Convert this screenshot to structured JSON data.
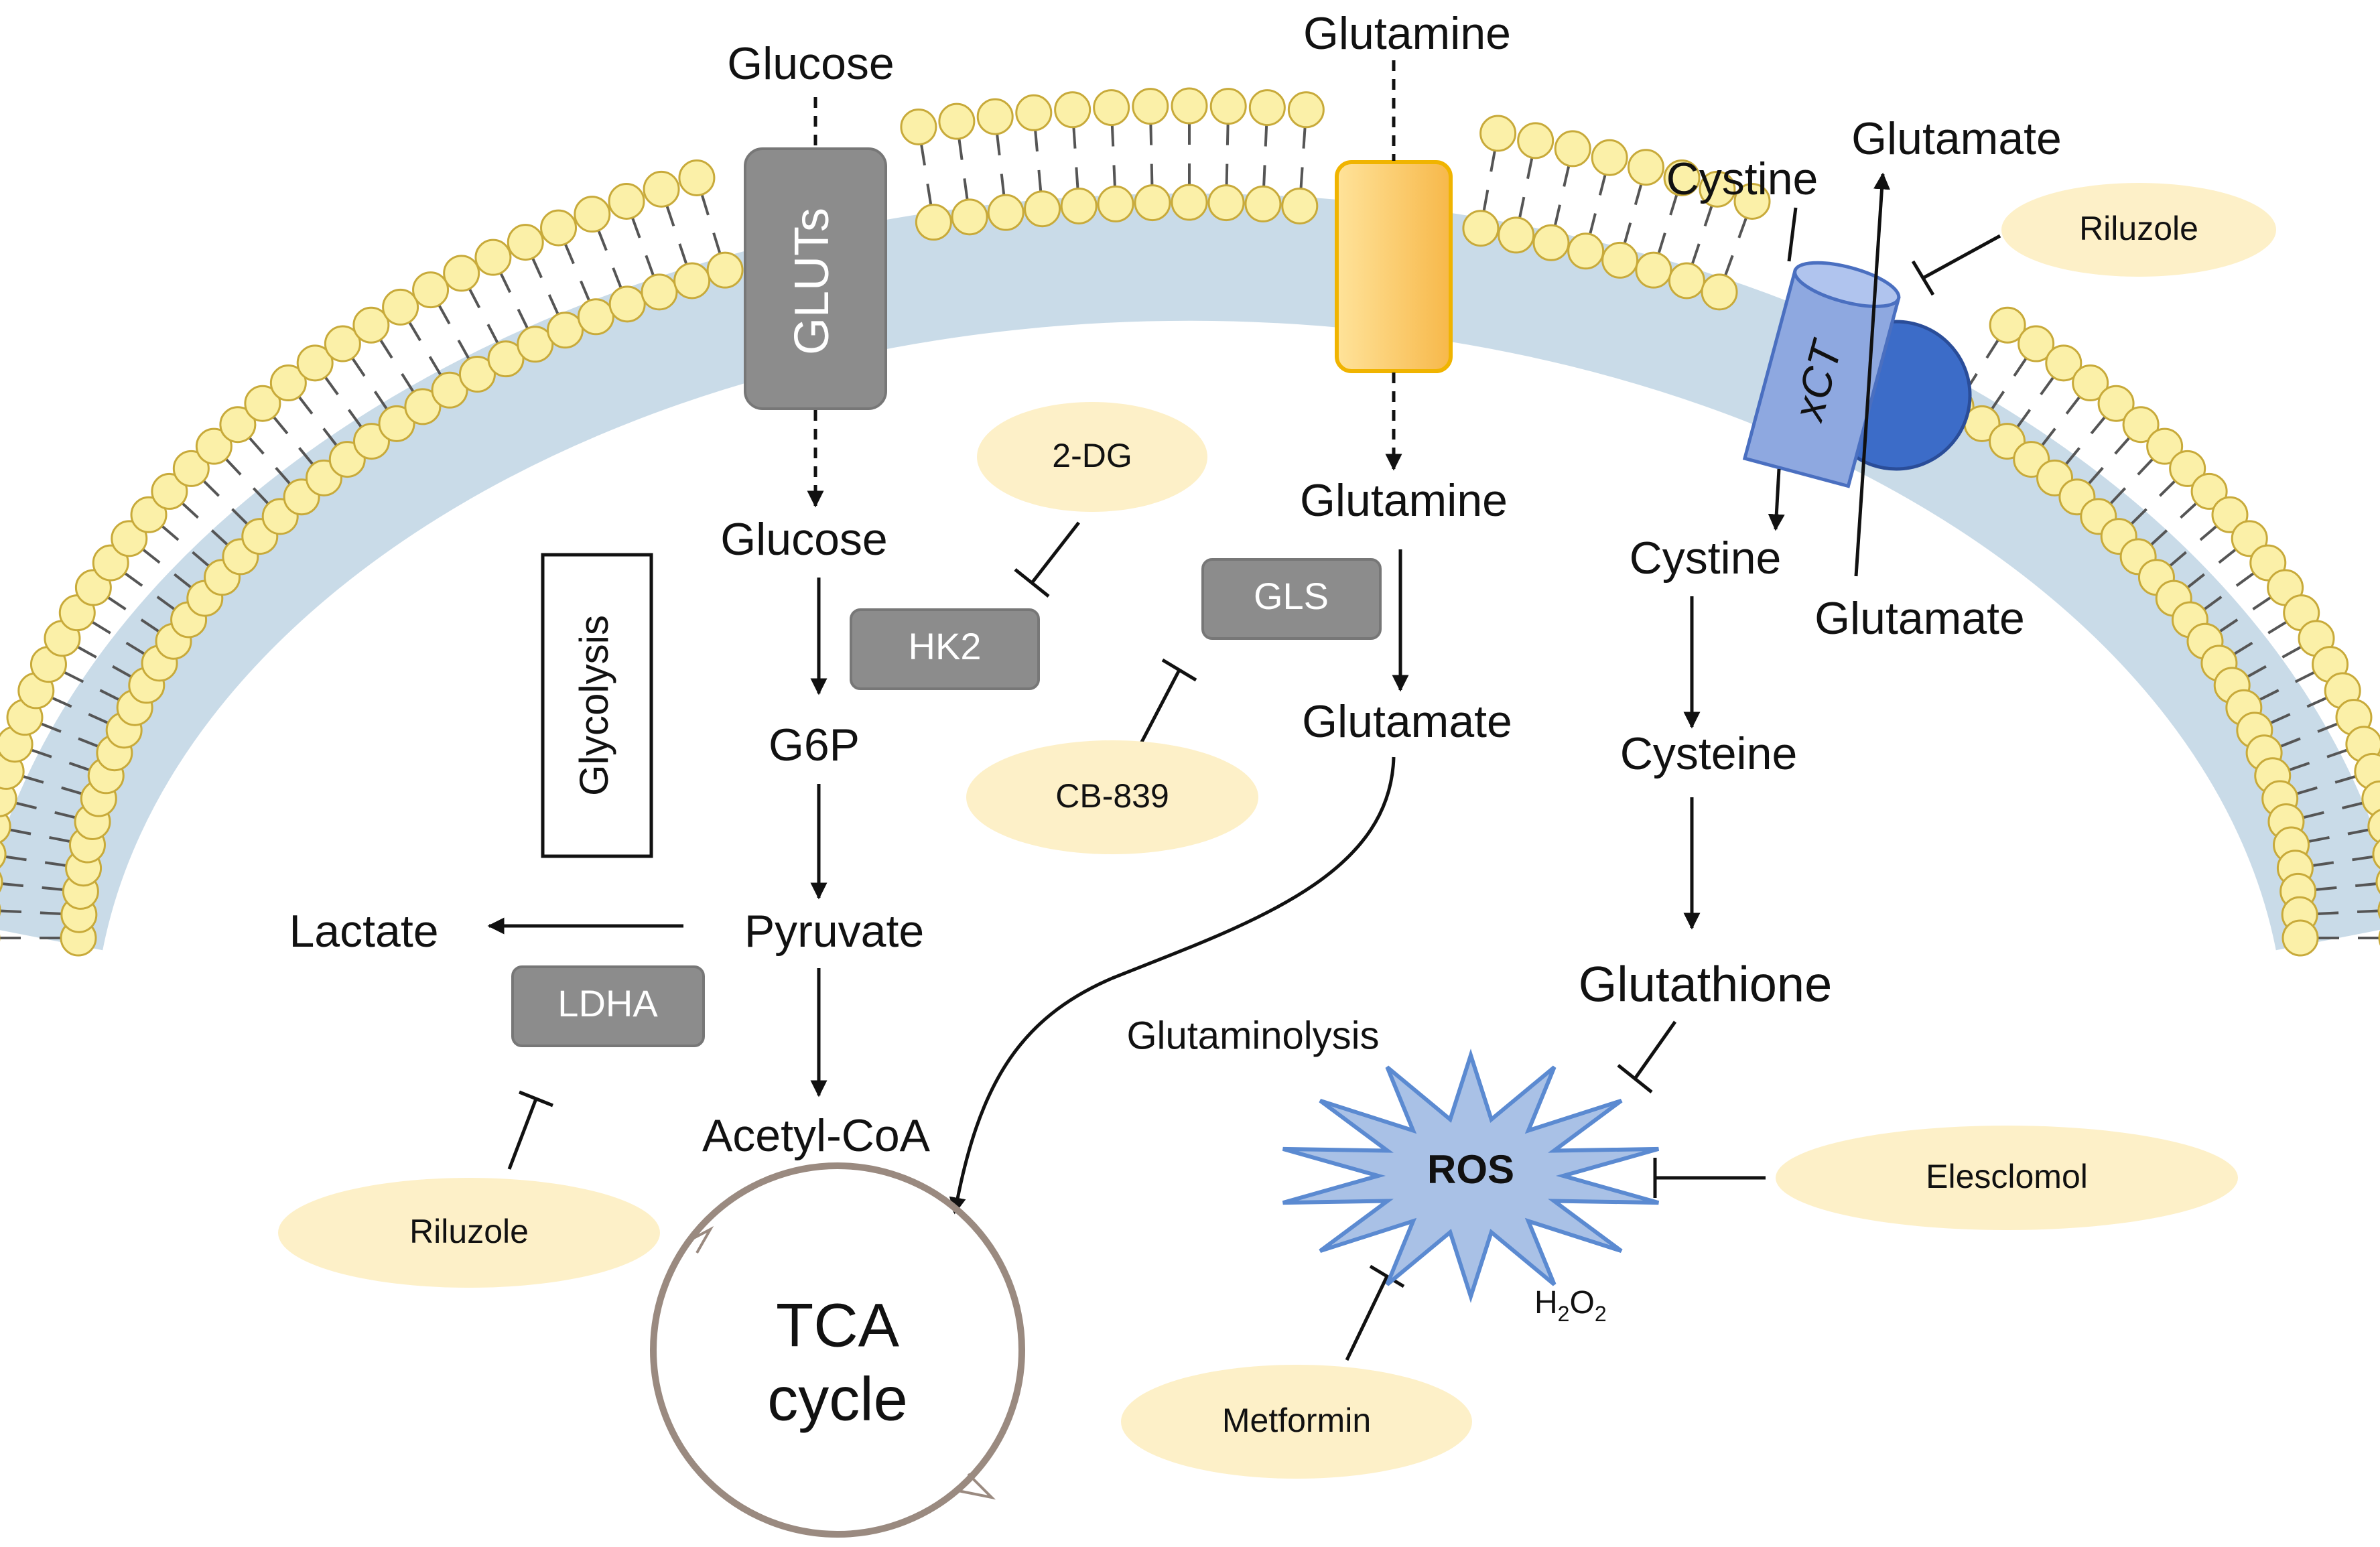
{
  "pathway": {
    "glucose_outside": "Glucose",
    "glucose_inside": "Glucose",
    "g6p": "G6P",
    "pyruvate": "Pyruvate",
    "lactate": "Lactate",
    "acetyl_coa": "Acetyl-CoA",
    "glycolysis": "Glycolysis",
    "tca_line1": "TCA",
    "tca_line2": "cycle",
    "glutamine_outside": "Glutamine",
    "glutamine_inside": "Glutamine",
    "glutamate_inside": "Glutamate",
    "glutaminolysis": "Glutaminolysis",
    "cystine_outside": "Cystine",
    "glutamate_outside": "Glutamate",
    "cystine_inside": "Cystine",
    "glutamate_xct_in": "Glutamate",
    "cysteine": "Cysteine",
    "glutathione": "Glutathione",
    "ros": "ROS",
    "h2o2_main": "H",
    "h2o2_sub1": "2",
    "h2o2_mid": "O",
    "h2o2_sub2": "2"
  },
  "enzymes": {
    "gluts": "GLUTs",
    "hk2": "HK2",
    "ldha": "LDHA",
    "gls": "GLS",
    "xct": "xCT"
  },
  "drugs": {
    "two_dg": "2-DG",
    "cb839": "CB-839",
    "riluzole_ldha": "Riluzole",
    "riluzole_xct": "Riluzole",
    "metformin": "Metformin",
    "elesclomol": "Elesclomol"
  },
  "colors": {
    "lipid_head": "#fbf0a8",
    "lipid_head_stroke": "#c8aa3a",
    "membrane_band": "#c9dbe8",
    "enzyme_box": "#8c8c8c",
    "drug_ellipse": "#fdf0c8",
    "transporter_glutamine": "#fcc864",
    "xct_light": "#8ea8e0",
    "xct_dark": "#3c6cc8",
    "ros_fill": "#a9c1e6",
    "ros_stroke": "#5b8ad1",
    "tca_ring": "#9a8a80"
  }
}
